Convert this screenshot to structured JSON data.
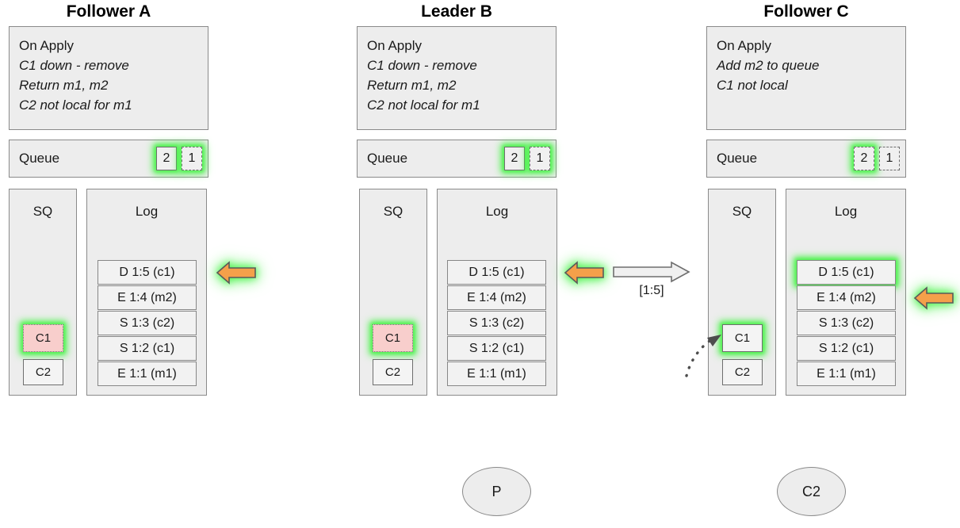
{
  "diagram": {
    "title_follower_a": "Follower A",
    "title_leader_b": "Leader B",
    "title_follower_c": "Follower C",
    "queue_label": "Queue",
    "sq_label": "SQ",
    "log_label": "Log",
    "replication_label": "[1:5]",
    "colors": {
      "panel_fill": "#ededed",
      "panel_border": "#8a8a8a",
      "highlight_glow": "#4df24d",
      "arrow_orange": "#f4a04a",
      "arrow_border": "#5a5a5a",
      "pending_pink": "#f8cecc",
      "entry_fill": "#f2f2f2"
    }
  },
  "columns": [
    {
      "id": "follower-a",
      "title": "Follower A",
      "apply": {
        "heading": "On Apply",
        "lines": [
          "C1 down - remove",
          "Return m1, m2",
          "C2 not local for m1"
        ]
      },
      "queue": {
        "label": "Queue",
        "cells": [
          {
            "value": "2",
            "style": "solid",
            "glow": true
          },
          {
            "value": "1",
            "style": "dashed",
            "glow": true
          }
        ]
      },
      "sq": {
        "label": "SQ",
        "entries": [
          {
            "value": "C1",
            "style": "dotted",
            "glow": true
          },
          {
            "value": "C2",
            "style": "solid",
            "glow": false
          }
        ]
      },
      "log": {
        "label": "Log",
        "entries": [
          {
            "value": "D 1:5 (c1)",
            "glow": false
          },
          {
            "value": "E 1:4 (m2)",
            "glow": false
          },
          {
            "value": "S 1:3 (c2)",
            "glow": false
          },
          {
            "value": "S 1:2 (c1)",
            "glow": false
          },
          {
            "value": "E 1:1 (m1)",
            "glow": false
          }
        ]
      },
      "pointer": {
        "target": "D 1:5 (c1)",
        "direction": "left",
        "color": "orange",
        "glow": true
      }
    },
    {
      "id": "leader-b",
      "title": "Leader B",
      "apply": {
        "heading": "On Apply",
        "lines": [
          "C1 down - remove",
          "Return m1, m2",
          "C2 not local for m1"
        ]
      },
      "queue": {
        "label": "Queue",
        "cells": [
          {
            "value": "2",
            "style": "solid",
            "glow": true
          },
          {
            "value": "1",
            "style": "dashed",
            "glow": true
          }
        ]
      },
      "sq": {
        "label": "SQ",
        "entries": [
          {
            "value": "C1",
            "style": "dotted",
            "glow": true
          },
          {
            "value": "C2",
            "style": "solid",
            "glow": false
          }
        ]
      },
      "log": {
        "label": "Log",
        "entries": [
          {
            "value": "D 1:5 (c1)",
            "glow": false
          },
          {
            "value": "E 1:4 (m2)",
            "glow": false
          },
          {
            "value": "S 1:3 (c2)",
            "glow": false
          },
          {
            "value": "S 1:2 (c1)",
            "glow": false
          },
          {
            "value": "E 1:1 (m1)",
            "glow": false
          }
        ]
      },
      "pointer": {
        "target": "D 1:5 (c1)",
        "direction": "left",
        "color": "orange",
        "glow": true
      }
    },
    {
      "id": "follower-c",
      "title": "Follower C",
      "apply": {
        "heading": "On Apply",
        "lines": [
          "Add m2 to queue",
          "C1 not local"
        ]
      },
      "queue": {
        "label": "Queue",
        "cells": [
          {
            "value": "2",
            "style": "dashed",
            "glow": true
          },
          {
            "value": "1",
            "style": "dashed",
            "glow": false
          }
        ]
      },
      "sq": {
        "label": "SQ",
        "entries": [
          {
            "value": "C1",
            "style": "solid",
            "glow": true
          },
          {
            "value": "C2",
            "style": "solid",
            "glow": false
          }
        ]
      },
      "log": {
        "label": "Log",
        "entries": [
          {
            "value": "D 1:5 (c1)",
            "glow": true
          },
          {
            "value": "E 1:4 (m2)",
            "glow": false
          },
          {
            "value": "S 1:3 (c2)",
            "glow": false
          },
          {
            "value": "S 1:2 (c1)",
            "glow": false
          },
          {
            "value": "E 1:1 (m1)",
            "glow": false
          }
        ]
      },
      "pointer": {
        "target": "E 1:4 (m2)",
        "direction": "left",
        "color": "orange",
        "glow": true
      }
    }
  ],
  "replication": {
    "label": "[1:5]",
    "from": "leader-b",
    "to": "follower-c",
    "direction": "right",
    "style": "hollow"
  },
  "nodes": [
    {
      "id": "p",
      "label": "P"
    },
    {
      "id": "c2",
      "label": "C2"
    }
  ]
}
